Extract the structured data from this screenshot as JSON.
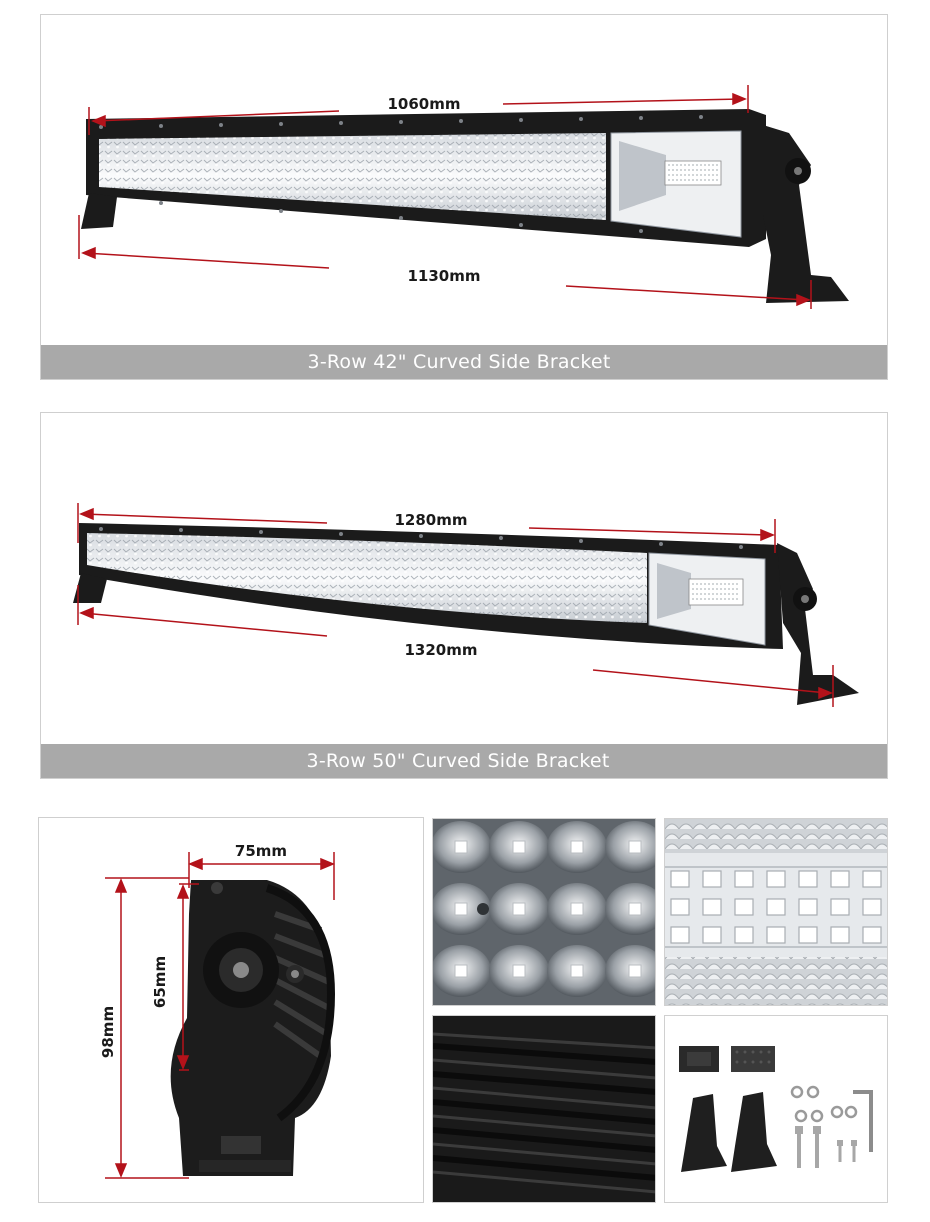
{
  "panels": {
    "bar42": {
      "caption": "3-Row 42\" Curved Side Bracket",
      "dim_top": "1060mm",
      "dim_bottom": "1130mm"
    },
    "bar50": {
      "caption": "3-Row 50\" Curved Side Bracket",
      "dim_top": "1280mm",
      "dim_bottom": "1320mm"
    },
    "bracket": {
      "dim_width": "75mm",
      "dim_inner_height": "65mm",
      "dim_total_height": "98mm"
    }
  },
  "colors": {
    "caption_bar": "#a9a9a9",
    "dimension_line": "#b3121a",
    "housing": "#1b1b1b"
  }
}
